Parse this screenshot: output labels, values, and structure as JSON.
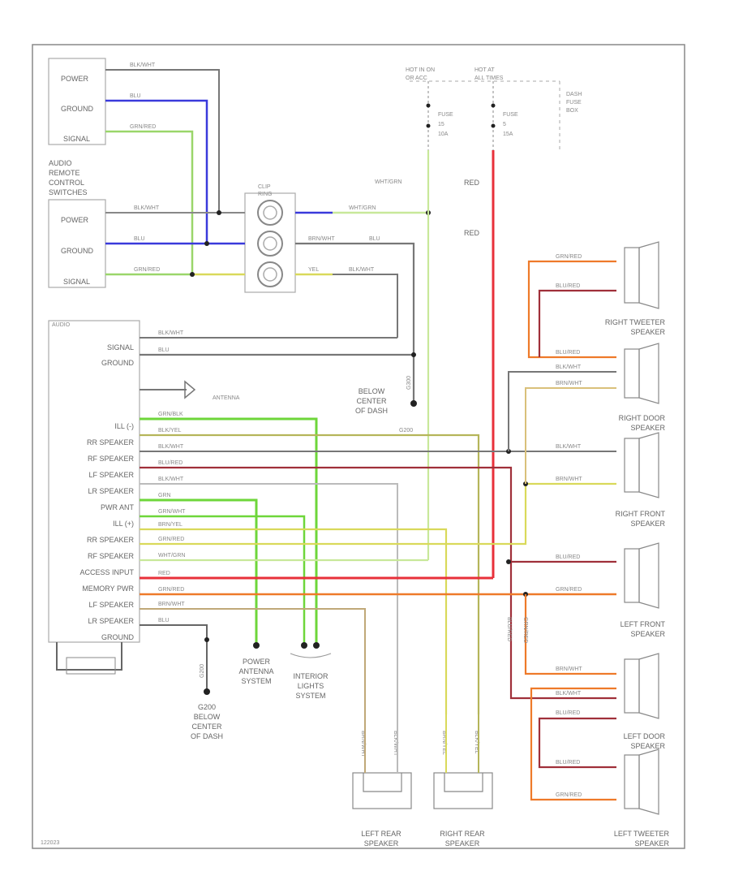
{
  "boxes": {
    "top_switch": [
      "POWER",
      "GROUND",
      "SIGNAL"
    ],
    "remote_switch_title": [
      "AUDIO",
      "REMOTE",
      "CONTROL",
      "SWITCHES"
    ],
    "remote_switch": [
      "POWER",
      "GROUND",
      "SIGNAL"
    ],
    "clip": [
      "CLIP",
      "RING"
    ],
    "audio_title": "AUDIO",
    "audio_pins": [
      "SIGNAL",
      "GROUND",
      "ILL (-)",
      "RR SPEAKER",
      "RF SPEAKER",
      "LF SPEAKER",
      "LR SPEAKER",
      "PWR ANT",
      "ILL (+)",
      "RR SPEAKER",
      "RF SPEAKER",
      "ACCESS INPUT",
      "MEMORY PWR",
      "LF SPEAKER",
      "LR SPEAKER",
      "GROUND"
    ],
    "antenna": "ANTENNA"
  },
  "power": {
    "hot_run": [
      "HOT IN ON",
      "OR ACC"
    ],
    "hot_at": [
      "HOT AT",
      "ALL TIMES"
    ],
    "fuse15": [
      "FUSE",
      "15",
      "10A"
    ],
    "fuse5": [
      "FUSE",
      "5",
      "15A"
    ],
    "fuse_box": [
      "DASH",
      "FUSE",
      "BOX"
    ]
  },
  "wires": {
    "blk_wht": "BLK/WHT",
    "blu": "BLU",
    "grn_red": "GRN/RED",
    "wht_grn": "WHT/GRN",
    "brn_wht": "BRN/WHT",
    "yel": "YEL",
    "red": "RED",
    "blu_red": "BLU/RED",
    "blk_yel": "BLK/YEL",
    "grn_blk": "GRN/BLK",
    "grn": "GRN",
    "grn_wht": "GRN/WHT",
    "brn_yel": "BRN/YEL",
    "g300": "G300",
    "g200": "G200"
  },
  "labels": {
    "right_tweeter": [
      "RIGHT TWEETER",
      "SPEAKER"
    ],
    "right_door": [
      "RIGHT DOOR",
      "SPEAKER"
    ],
    "right_front": [
      "RIGHT FRONT",
      "SPEAKER"
    ],
    "left_front": [
      "LEFT FRONT",
      "SPEAKER"
    ],
    "left_door": [
      "LEFT DOOR",
      "SPEAKER"
    ],
    "left_tweeter": [
      "LEFT TWEETER",
      "SPEAKER"
    ],
    "left_rear": [
      "LEFT REAR",
      "SPEAKER"
    ],
    "right_rear": [
      "RIGHT REAR",
      "SPEAKER"
    ],
    "below_center_1": [
      "BELOW",
      "CENTER",
      "OF DASH"
    ],
    "g200_below": [
      "G200",
      "BELOW",
      "CENTER",
      "OF DASH"
    ],
    "power_antenna": [
      "POWER",
      "ANTENNA",
      "SYSTEM"
    ],
    "interior_lights": [
      "INTERIOR",
      "LIGHTS",
      "SYSTEM"
    ],
    "figure_id": "122023"
  },
  "colors": {
    "blue": "#3a3adb",
    "green": "#6ed63a",
    "yellow": "#d9d95a",
    "red": "#e8303a",
    "orange": "#ee7a2a",
    "darkred": "#a0303a",
    "gray": "#777777",
    "light": "#bbbbbb",
    "brown": "#b9a36a"
  }
}
